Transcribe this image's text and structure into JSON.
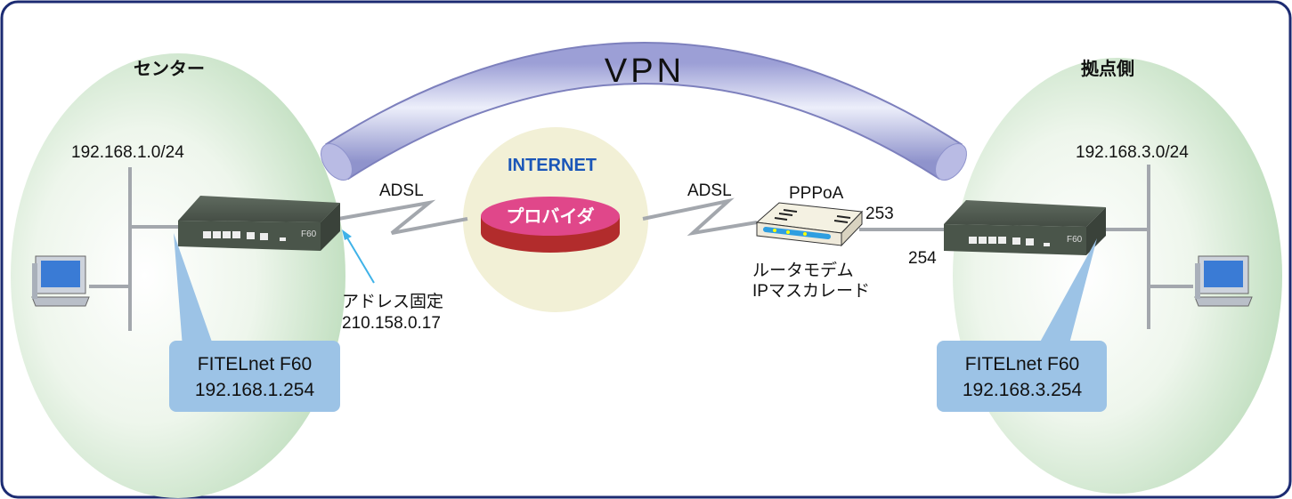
{
  "vpn_label": "VPN",
  "internet": {
    "label": "INTERNET",
    "provider": "プロバイダ"
  },
  "center": {
    "title": "センター",
    "network": "192.168.1.0/24",
    "router_name": "FITELnet F60",
    "router_ip": "192.168.1.254",
    "link": "ADSL",
    "fixed_address_label": "アドレス固定",
    "fixed_address": "210.158.0.17"
  },
  "branch": {
    "title": "拠点側",
    "network": "192.168.3.0/24",
    "router_name": "FITELnet F60",
    "router_ip": "192.168.3.254",
    "link": "ADSL",
    "modem_protocol": "PPPoA",
    "modem_ip_suffix": "253",
    "router_ip_suffix": "254",
    "modem_desc_1": "ルータモデム",
    "modem_desc_2": "IPマスカレード"
  },
  "device_badge": "F60",
  "colors": {
    "border": "#1c2b72",
    "callout": "#9cc3e6",
    "provider": "#e0478a",
    "link": "#a3a7ad",
    "arrow": "#3fb2e8"
  }
}
